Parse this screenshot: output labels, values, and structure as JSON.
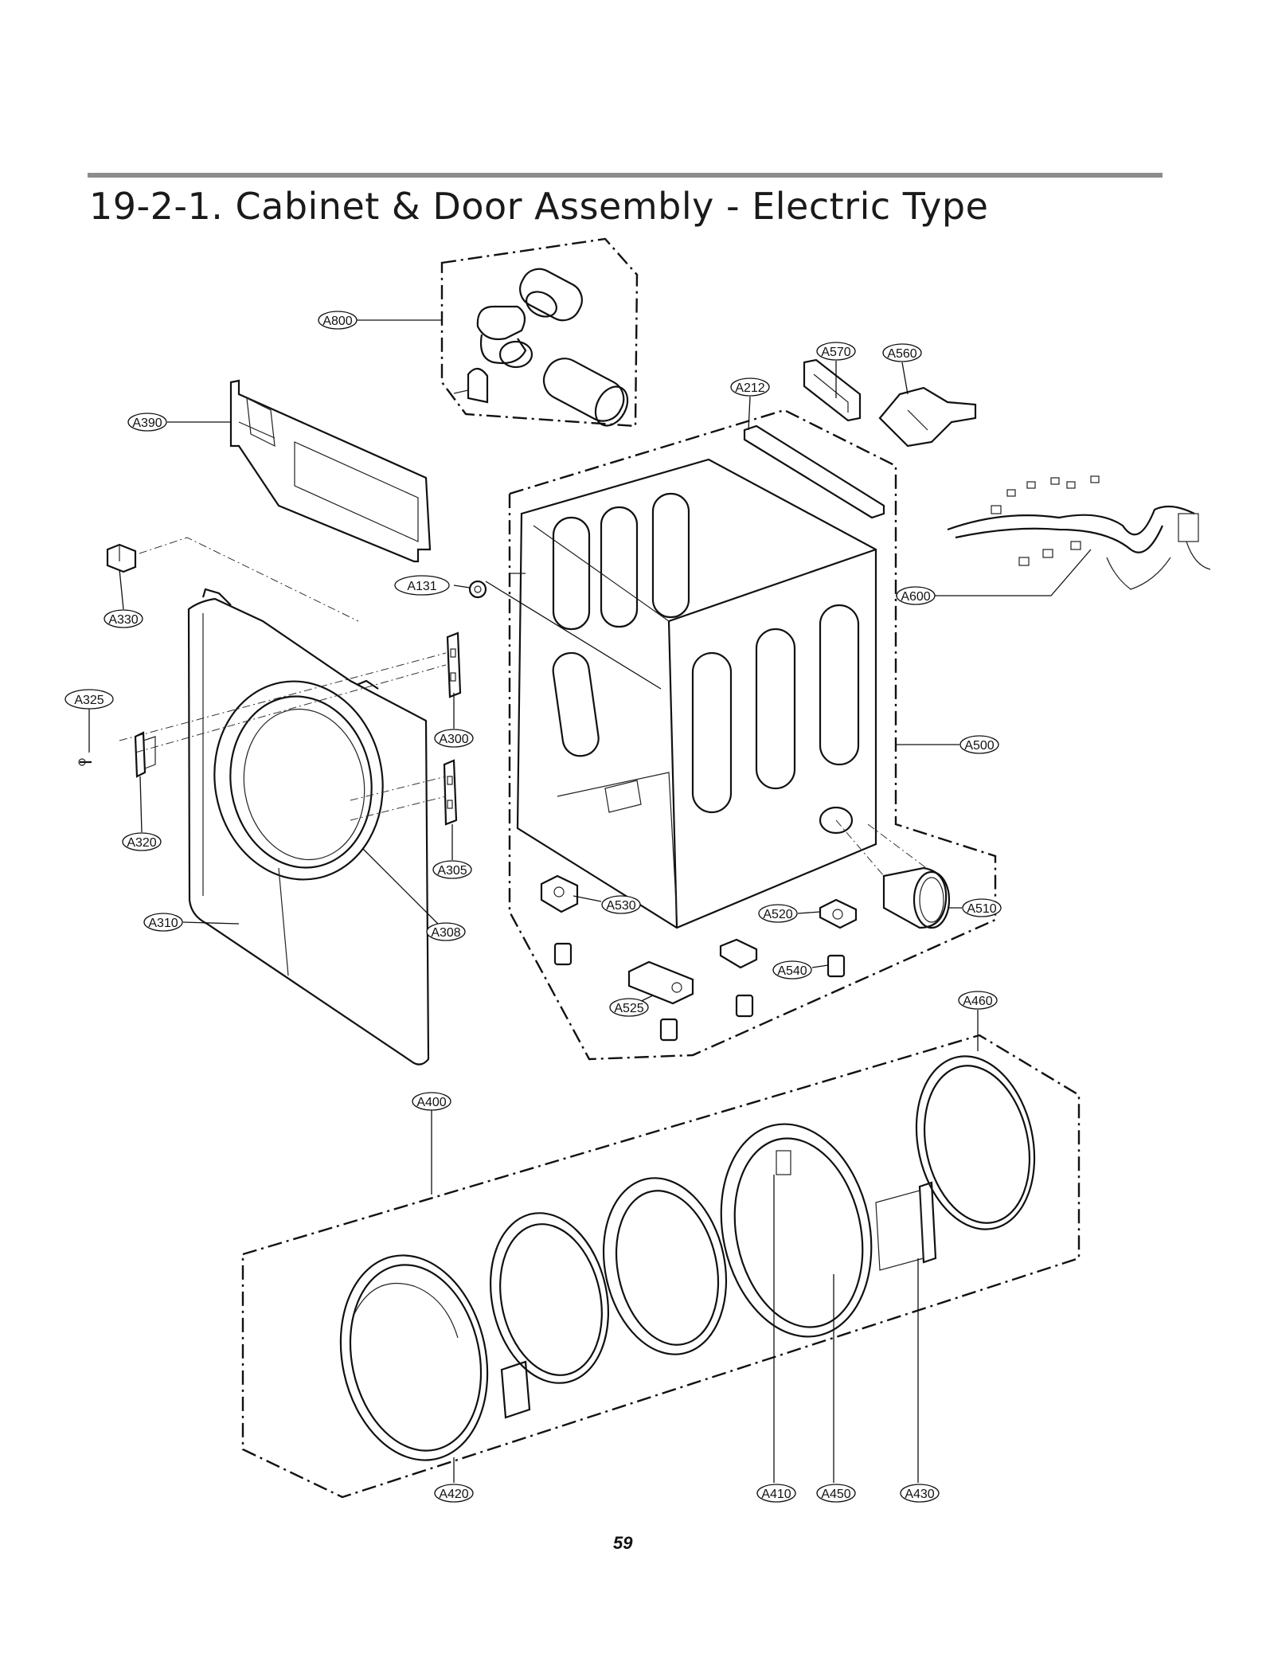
{
  "page": {
    "title": "19-2-1. Cabinet & Door Assembly - Electric Type",
    "page_number": "59"
  },
  "callouts": {
    "A800": "A800",
    "A570": "A570",
    "A560": "A560",
    "A212": "A212",
    "A390": "A390",
    "A330": "A330",
    "A131": "A131",
    "A600": "A600",
    "A325": "A325",
    "A300": "A300",
    "A500": "A500",
    "A320": "A320",
    "A305": "A305",
    "A530": "A530",
    "A520": "A520",
    "A510": "A510",
    "A310": "A310",
    "A308": "A308",
    "A540": "A540",
    "A525": "A525",
    "A460": "A460",
    "A400": "A400",
    "A420": "A420",
    "A410": "A410",
    "A450": "A450",
    "A430": "A430"
  }
}
